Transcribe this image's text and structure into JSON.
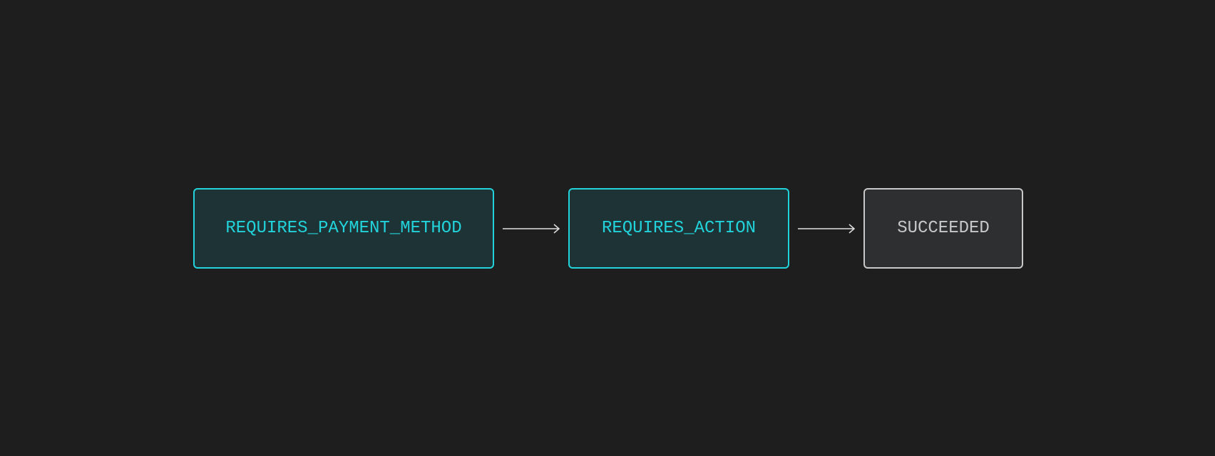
{
  "colors": {
    "background": "#1e1e1e",
    "active_border": "#22d3db",
    "active_text": "#22d3db",
    "active_fill": "#1d3335",
    "neutral_border": "#c8c8c8",
    "neutral_text": "#c8c8c8",
    "neutral_fill": "#2e2f31",
    "arrow": "#e0e0e0"
  },
  "states": [
    {
      "label": "REQUIRES_PAYMENT_METHOD",
      "status": "active"
    },
    {
      "label": "REQUIRES_ACTION",
      "status": "active"
    },
    {
      "label": "SUCCEEDED",
      "status": "neutral"
    }
  ],
  "arrows": [
    {
      "from": "REQUIRES_PAYMENT_METHOD",
      "to": "REQUIRES_ACTION",
      "icon": "arrow-right-icon"
    },
    {
      "from": "REQUIRES_ACTION",
      "to": "SUCCEEDED",
      "icon": "arrow-right-icon"
    }
  ]
}
